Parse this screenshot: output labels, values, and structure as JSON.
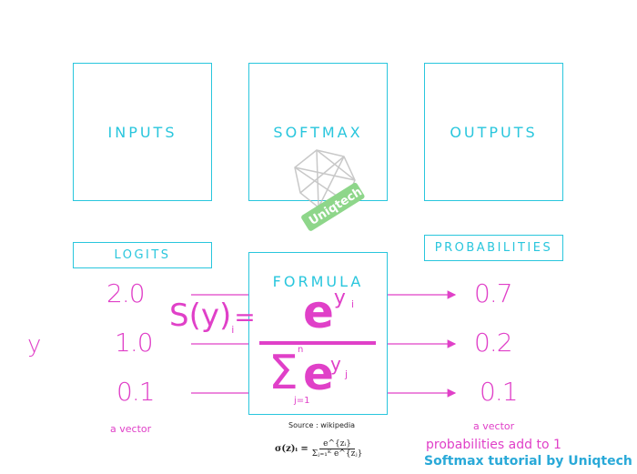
{
  "boxes": {
    "inputs": "INPUTS",
    "softmax": "SOFTMAX",
    "outputs": "OUTPUTS",
    "logits": "LOGITS",
    "probabilities": "PROBABILITIES",
    "formula": "FORMULA"
  },
  "y_label": "y",
  "logits": [
    "2.0",
    "1.0",
    "0.1"
  ],
  "probabilities": [
    "0.7",
    "0.2",
    "0.1"
  ],
  "left_caption": "a vector",
  "right_caption": "a vector",
  "formula_parts": {
    "lhs_s": "S(y)",
    "lhs_sub": "i",
    "equals": "=",
    "numerator_e": "e",
    "numerator_sup": "y",
    "numerator_sub": "i",
    "sigma": "Σ",
    "sum_top": "n",
    "sum_bottom": "j=1",
    "denominator_e": "e",
    "denominator_sup": "y",
    "denominator_sub": "j"
  },
  "source": "Source : wikipedia",
  "wiki_formula": {
    "lhs": "σ(z)ᵢ =",
    "num": "e^{zᵢ}",
    "den": "Σⱼ₌₁ᴷ e^{zⱼ}"
  },
  "note": "probabilities add to 1",
  "credit": "Softmax tutorial by Uniqtech",
  "watermark": "Uniqtech",
  "colors": {
    "accent": "#29c6dd",
    "magenta": "#e040c8",
    "credit": "#29a9d8"
  }
}
